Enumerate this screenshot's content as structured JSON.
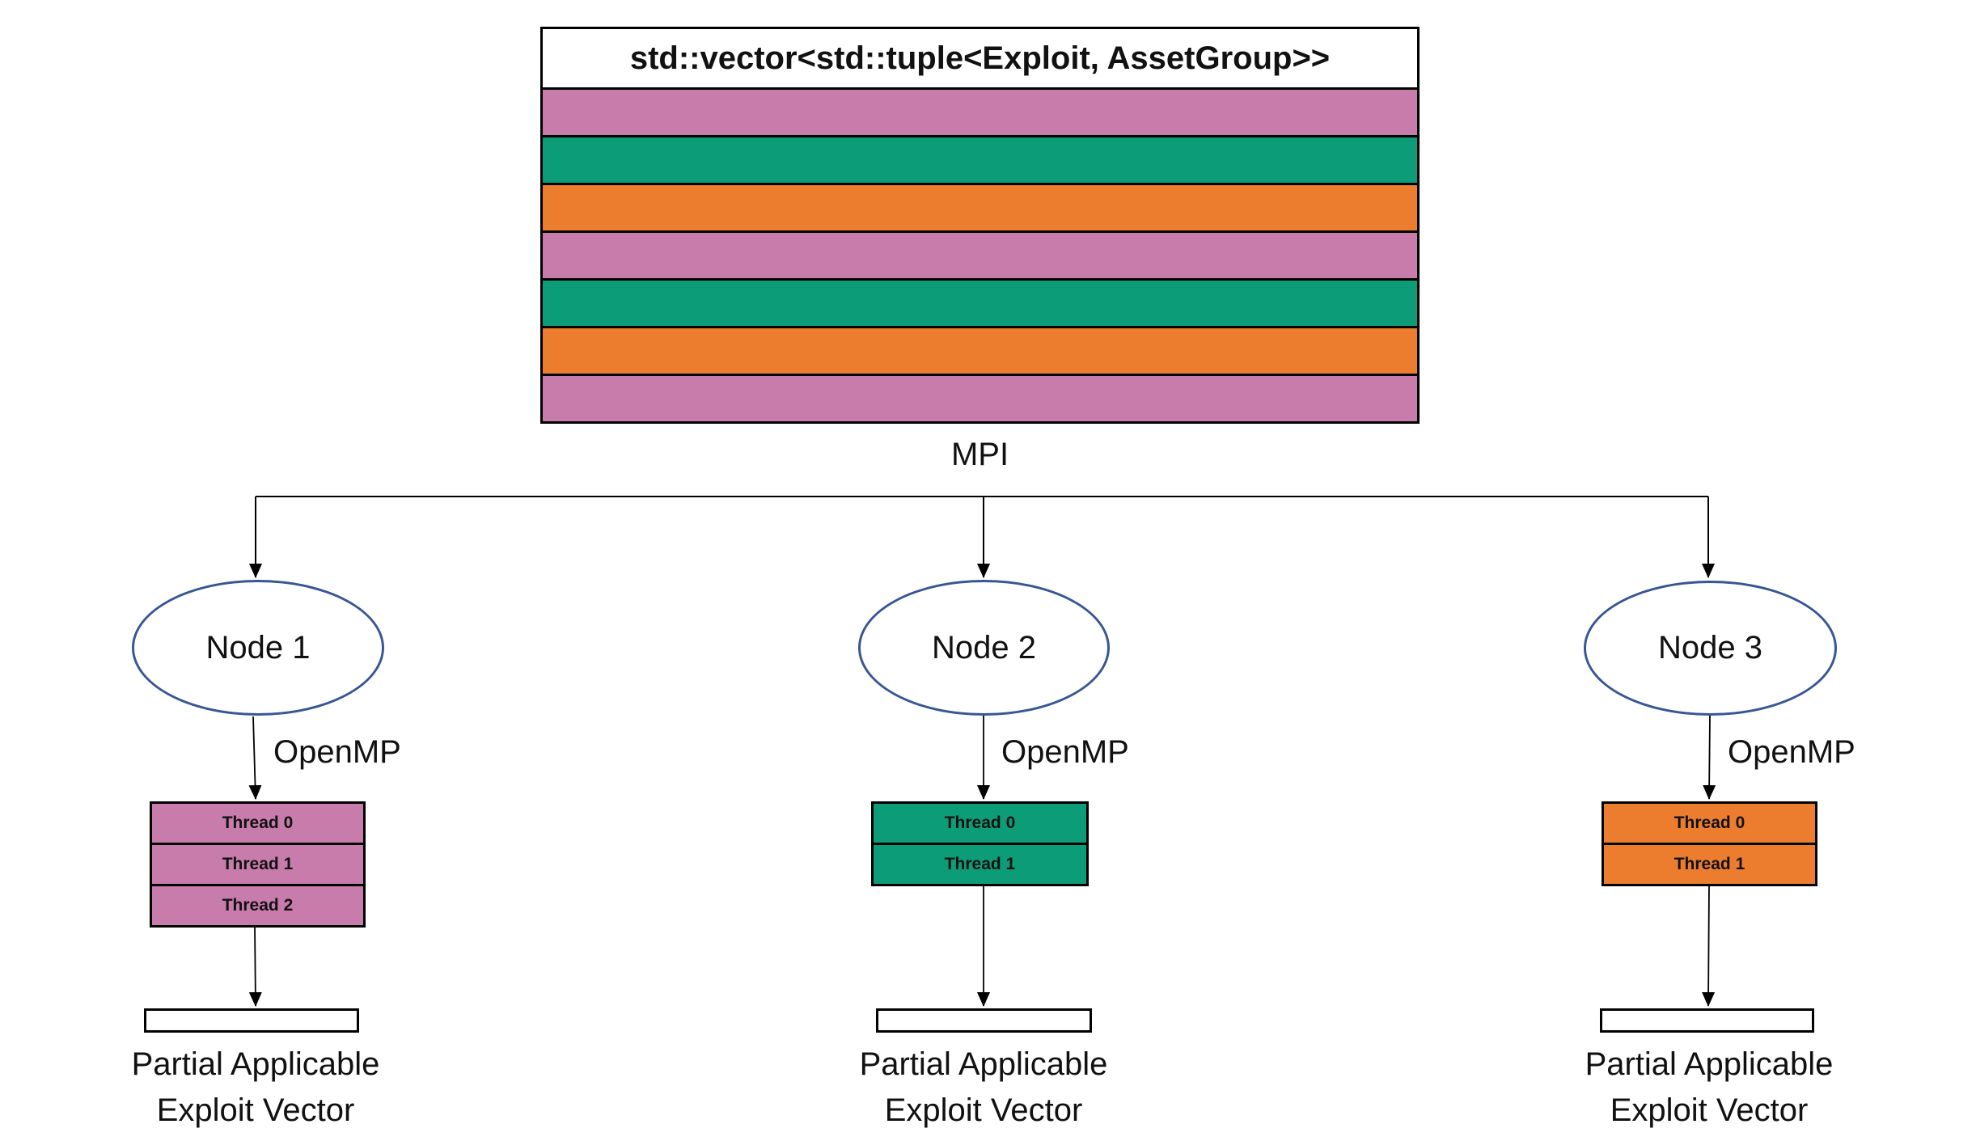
{
  "colors": {
    "pink": "#c87cac",
    "green": "#0c9c77",
    "orange": "#ec7d2f",
    "ellipse_border": "#375694",
    "line": "#000000"
  },
  "vector_box": {
    "title": "std::vector<std::tuple<Exploit, AssetGroup>>",
    "stripes": [
      "pink",
      "green",
      "orange",
      "pink",
      "green",
      "orange",
      "pink"
    ]
  },
  "labels": {
    "mpi": "MPI",
    "openmp": "OpenMP"
  },
  "nodes": [
    {
      "name": "Node 1",
      "color": "pink",
      "threads": [
        "Thread 0",
        "Thread 1",
        "Thread 2"
      ],
      "output": {
        "line1": "Partial Applicable",
        "line2": "Exploit Vector"
      }
    },
    {
      "name": "Node 2",
      "color": "green",
      "threads": [
        "Thread 0",
        "Thread 1"
      ],
      "output": {
        "line1": "Partial Applicable",
        "line2": "Exploit Vector"
      }
    },
    {
      "name": "Node 3",
      "color": "orange",
      "threads": [
        "Thread 0",
        "Thread 1"
      ],
      "output": {
        "line1": "Partial Applicable",
        "line2": "Exploit Vector"
      }
    }
  ]
}
